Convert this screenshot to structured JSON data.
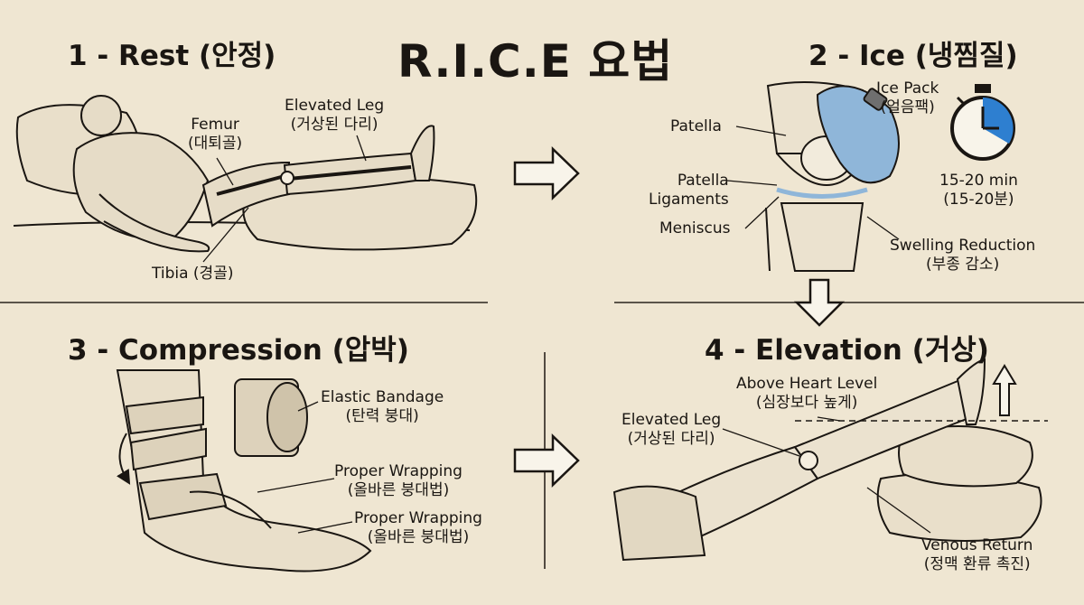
{
  "title": "R.I.C.E 요법",
  "panels": {
    "rest": {
      "title": "1 - Rest (안정)",
      "femur": [
        "Femur",
        "(대퇴골)"
      ],
      "elevated_leg": [
        "Elevated Leg",
        "(거상된 다리)"
      ],
      "tibia": "Tibia (경골)"
    },
    "ice": {
      "title": "2 - Ice (냉찜질)",
      "ice_pack": [
        "Ice Pack",
        "(얼음팩)"
      ],
      "patella": "Patella",
      "patella_ligaments": [
        "Patella",
        "Ligaments"
      ],
      "meniscus": "Meniscus",
      "time": [
        "15-20 min",
        "(15-20분)"
      ],
      "swelling": [
        "Swelling Reduction",
        "(부종 감소)"
      ]
    },
    "compression": {
      "title": "3 - Compression (압박)",
      "elastic_bandage": [
        "Elastic Bandage",
        "(탄력 붕대)"
      ],
      "proper_wrapping_1": [
        "Proper Wrapping",
        "(올바른 붕대법)"
      ],
      "proper_wrapping_2": [
        "Proper Wrapping",
        "(올바른 붕대법)"
      ]
    },
    "elevation": {
      "title": "4 - Elevation (거상)",
      "above_heart": [
        "Above Heart Level",
        "(심장보다 높게)"
      ],
      "elevated_leg": [
        "Elevated Leg",
        "(거상된 다리)"
      ],
      "venous_return": [
        "Venous Return",
        "(정맥 환류 촉진)"
      ]
    }
  },
  "colors": {
    "paper": "#efe6d2",
    "ink": "#1a1612",
    "ice_blue": "#8fb6d9",
    "clock_blue": "#2e7fd0"
  },
  "icons": [
    "right-arrow-icon",
    "down-arrow-icon",
    "up-arrow-icon",
    "stopwatch-icon",
    "ice-pack-icon"
  ]
}
